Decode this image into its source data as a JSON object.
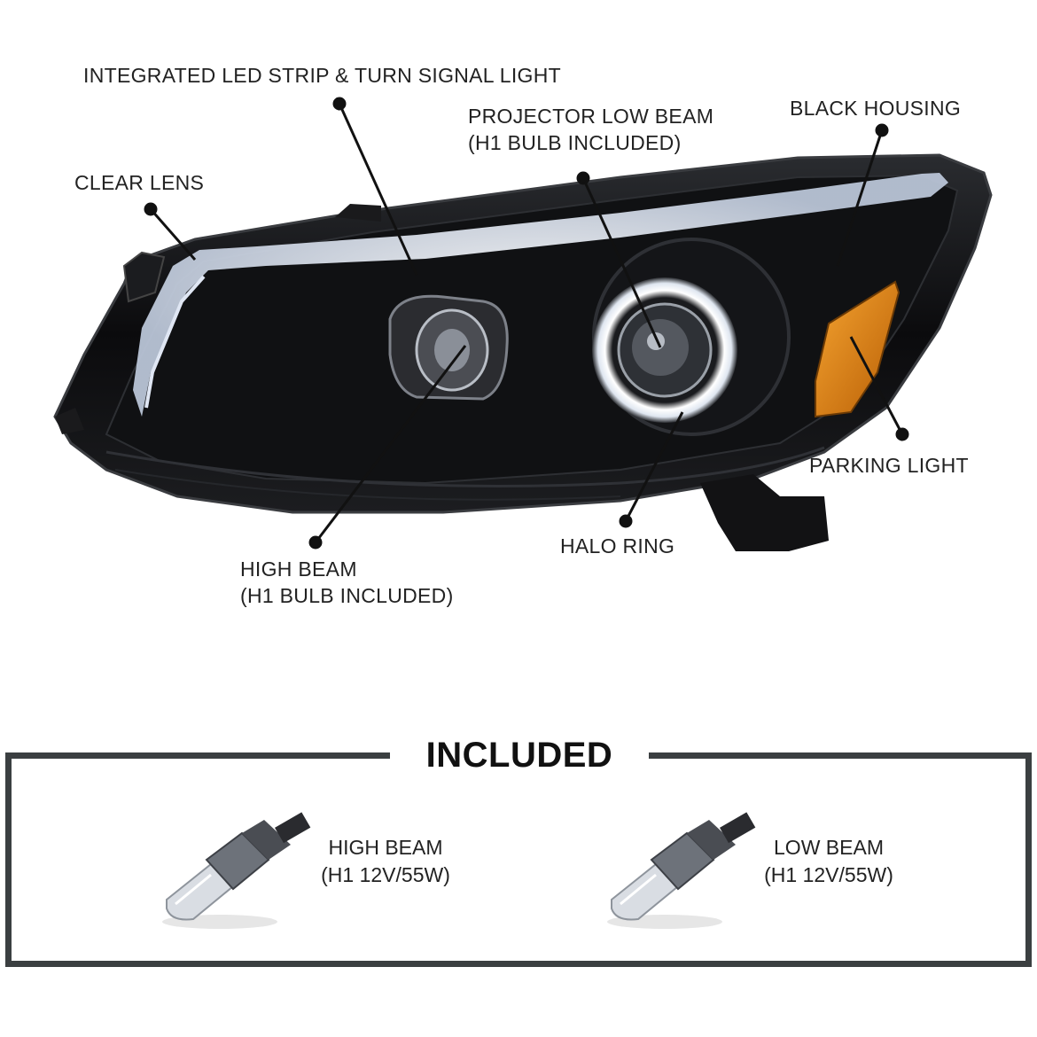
{
  "callouts": {
    "led_strip": "INTEGRATED LED STRIP & TURN SIGNAL LIGHT",
    "projector_line1": "PROJECTOR LOW BEAM",
    "projector_line2": "(H1 BULB INCLUDED)",
    "black_housing": "BLACK HOUSING",
    "clear_lens": "CLEAR LENS",
    "parking_light": "PARKING LIGHT",
    "halo_ring": "HALO RING",
    "high_beam_line1": "HIGH BEAM",
    "high_beam_line2": "(H1 BULB INCLUDED)"
  },
  "included": {
    "title": "INCLUDED",
    "items": [
      {
        "line1": "HIGH BEAM",
        "line2": "(H1 12V/55W)",
        "icon": "h1-bulb-icon"
      },
      {
        "line1": "LOW BEAM",
        "line2": "(H1 12V/55W)",
        "icon": "h1-bulb-icon"
      }
    ]
  },
  "colors": {
    "housing": "#0d0d0f",
    "led": "#f4f6ff",
    "amber": "#d9780f",
    "frame": "#3b3f41"
  }
}
